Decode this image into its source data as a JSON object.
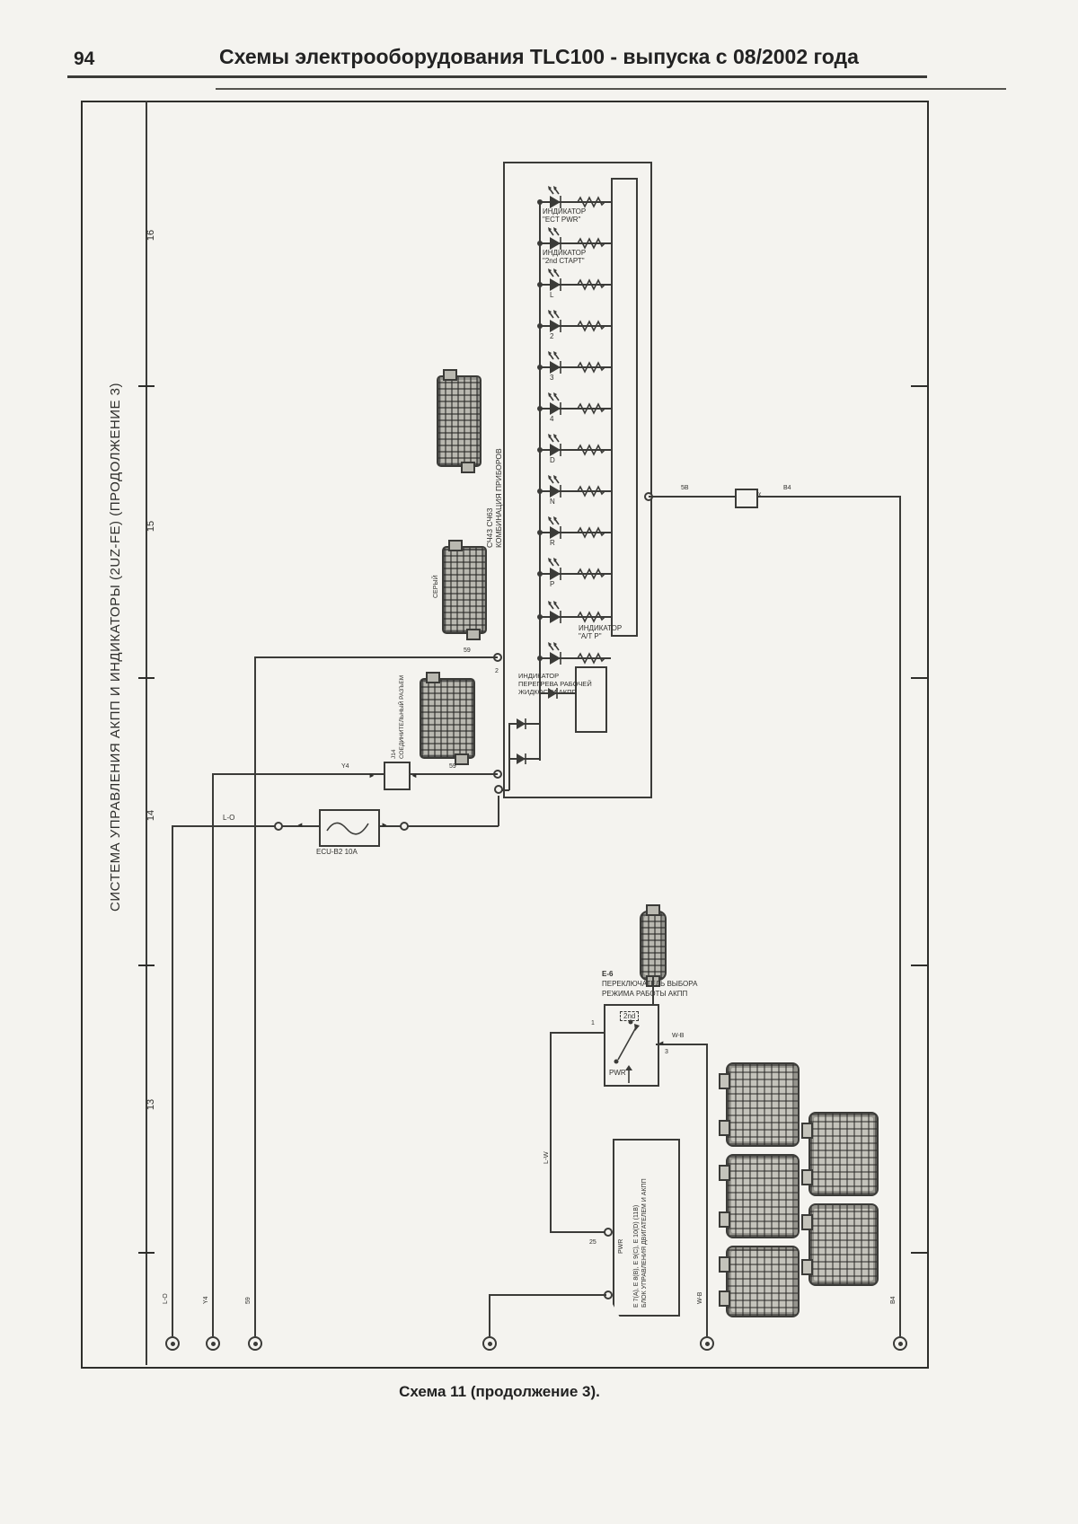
{
  "colors": {
    "ink": "#3b3b38",
    "paper": "#f4f3ef",
    "connector_fill": "#b9b8b0"
  },
  "page": {
    "number": "94",
    "title": "Схемы электрооборудования TLC100 - выпуска с 08/2002 года",
    "caption": "Схема 11 (продолжение 3)."
  },
  "side": {
    "title": "СИСТЕМА УПРАВЛЕНИЯ АКПП И ИНДИКАТОРЫ (2UZ-FE) (ПРОДОЛЖЕНИЕ 3)"
  },
  "grid": {
    "sections": [
      "16",
      "15",
      "14",
      "13"
    ]
  },
  "meter": {
    "indicator_rows": [
      "ИНДИКАТОР\n\"ECT PWR\"",
      "ИНДИКАТОР\n\"2nd СТАРТ\"",
      "L",
      "2",
      "3",
      "4",
      "D",
      "N",
      "R",
      "P",
      "ИНДИКАТОР\n\"A/T P\"",
      ""
    ],
    "overheat_label": "ИНДИКАТОР\nПЕРЕГРЕВА РАБОЧЕЙ\nЖИДКОСТИ АКПП",
    "connector_codes": "СЧ43 СЧ63",
    "connector_name": "КОМБИНАЦИЯ ПРИБОРОВ",
    "connector_color": "СЕРЫЙ",
    "pin_bottom": "2"
  },
  "junction": {
    "id": "J14",
    "name": "СОЕДИНИТЕЛЬНЫЙ РАЗЪЕМ"
  },
  "fuse": {
    "name": "ECU-B2 10A"
  },
  "wires": {
    "w733": "59",
    "w862_left": "Y4",
    "w862_right": "59",
    "w920": "L-O",
    "long_left": "5B",
    "long_right": "B4",
    "lw": "L-W",
    "wb": "W-B",
    "pin_sw_left": "1",
    "pin_sw_right": "3",
    "pin_ecu": "25",
    "mark": "«"
  },
  "selector": {
    "id": "Е-6",
    "name_line1": "ПЕРЕКЛЮЧАТЕЛЬ ВЫБОРА",
    "name_line2": "РЕЖИМА РАБОТЫ АКПП",
    "pos_top": "2nd",
    "pos_bottom": "PWR"
  },
  "ecu": {
    "codes": "Е 7(А), Е 8(В), Е 9(С), Е 10(D) (11В)",
    "name": "БЛОК УПРАВЛЕНИЯ ДВИГАТЕЛЕМ И АКПП",
    "pin_label": "PWR"
  },
  "terminals": {
    "t1": "L-O",
    "t2": "Y4",
    "t3": "59",
    "t4": "W-B",
    "t5": "B4"
  }
}
